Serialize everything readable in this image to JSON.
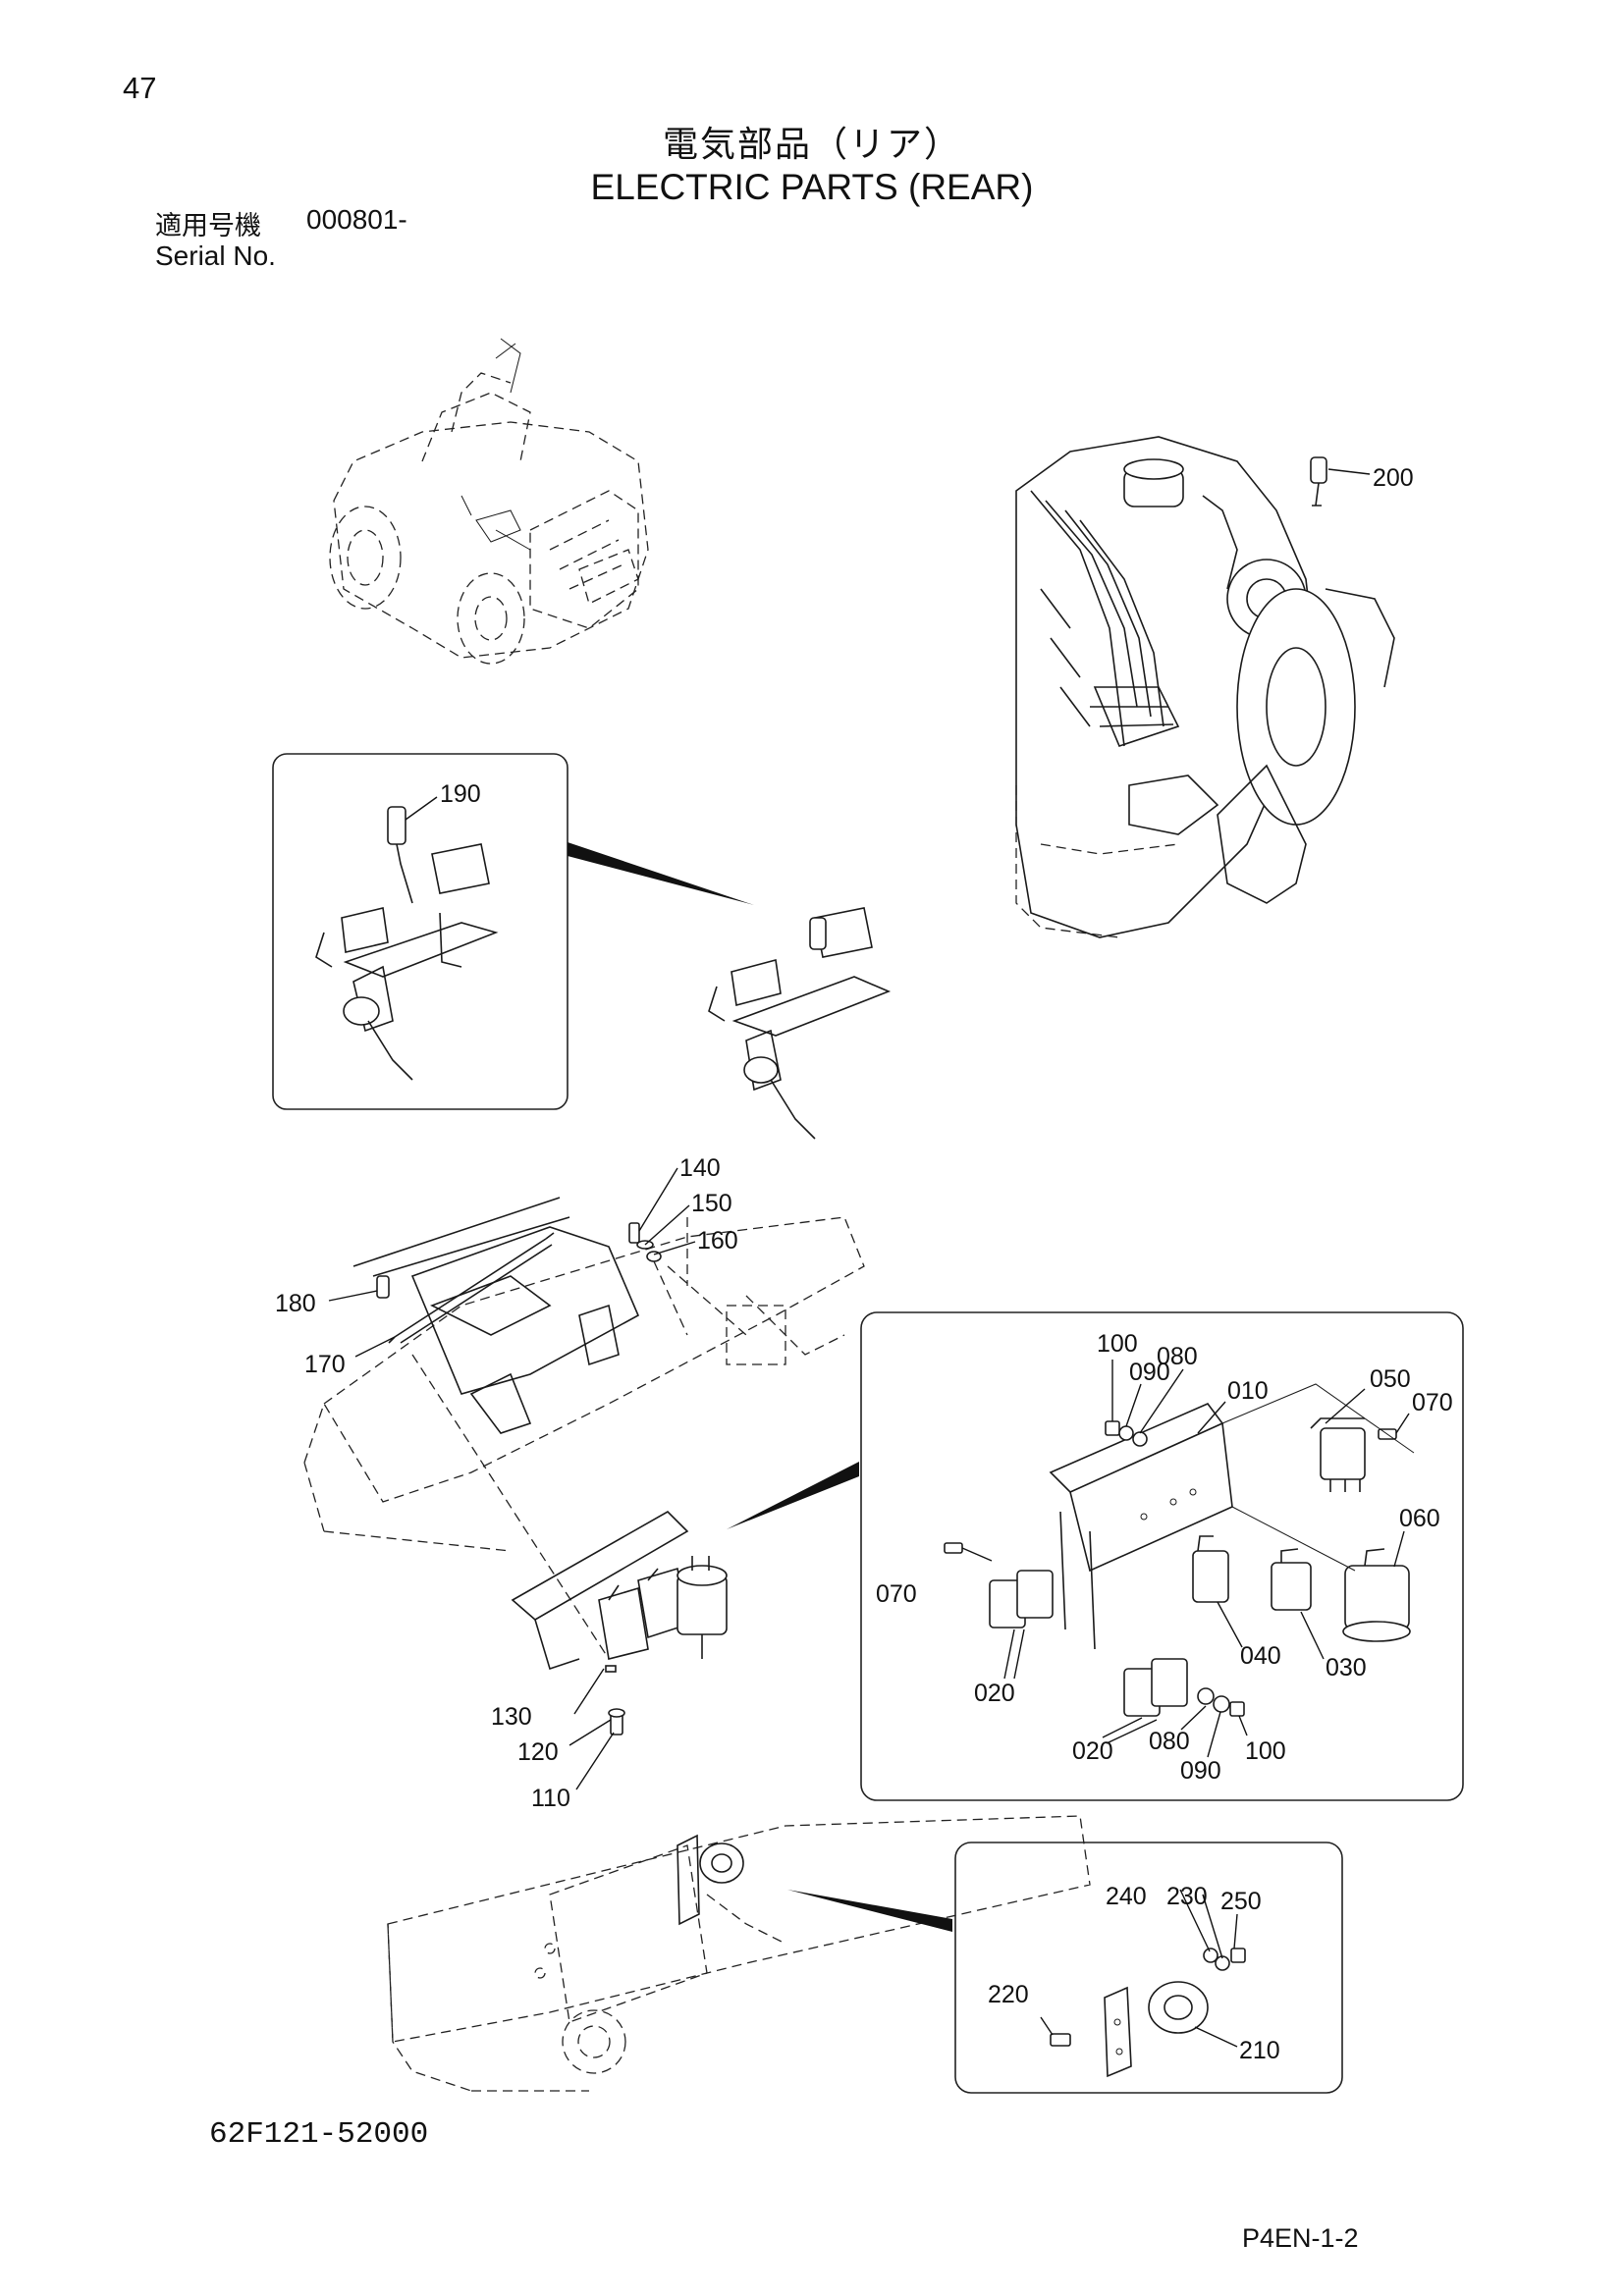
{
  "header": {
    "page_number": "47",
    "title_jp": "電気部品（リア）",
    "title_en": "ELECTRIC PARTS (REAR)",
    "serial_label_jp": "適用号機",
    "serial_value": "000801-",
    "serial_label_en": "Serial No."
  },
  "footer": {
    "doc_code": "62F121-52000",
    "page_code": "P4EN-1-2"
  },
  "callouts": {
    "c200": "200",
    "c190": "190",
    "c140": "140",
    "c150": "150",
    "c160": "160",
    "c180": "180",
    "c170": "170",
    "c130": "130",
    "c120": "120",
    "c110": "110",
    "d100a": "100",
    "d090a": "090",
    "d080a": "080",
    "d010": "010",
    "d050": "050",
    "d070a": "070",
    "d060": "060",
    "d070b": "070",
    "d040": "040",
    "d030": "030",
    "d020a": "020",
    "d020b": "020",
    "d080b": "080",
    "d100b": "100",
    "d090b": "090",
    "h250": "250",
    "h240": "240",
    "h230": "230",
    "h220": "220",
    "h210": "210"
  }
}
